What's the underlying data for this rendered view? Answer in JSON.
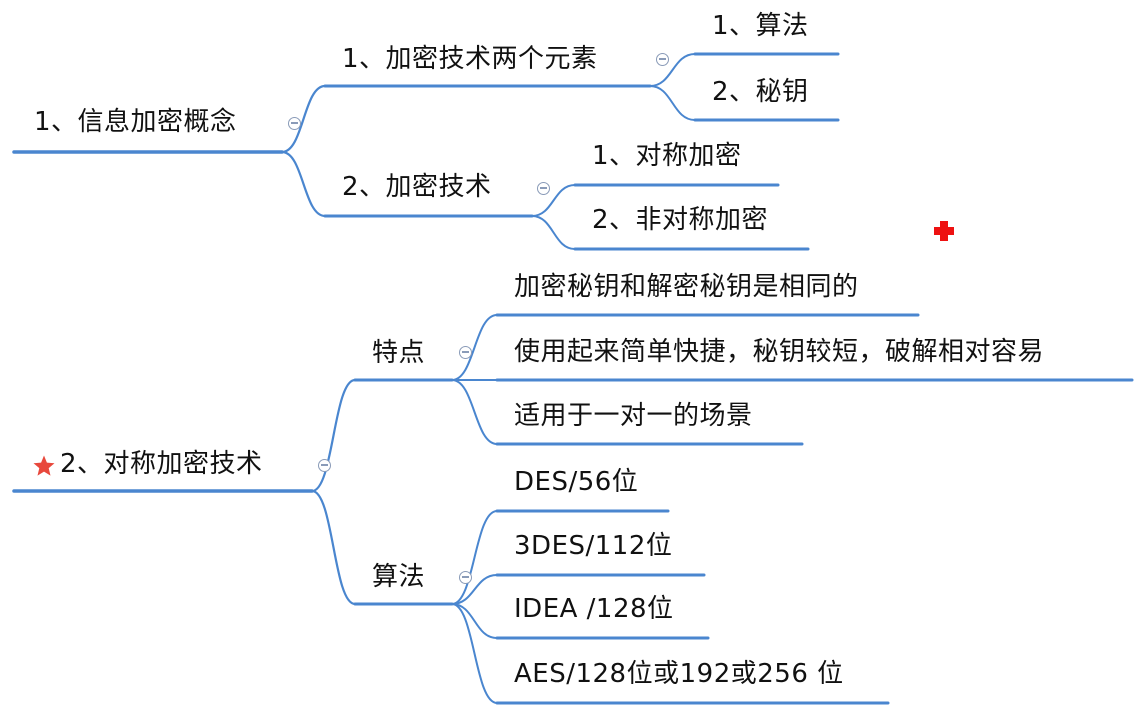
{
  "colors": {
    "branch": "#4a86cf",
    "text": "#111111",
    "marker_star": "#e8483c",
    "marker_cross": "#ee1111",
    "collapse_button": "#8a9bb8"
  },
  "icons": {
    "collapse": "collapse-circle-minus-icon",
    "star": "star-icon",
    "cross": "red-cross-icon"
  },
  "mindmap": {
    "concept": {
      "label": "1、信息加密概念",
      "elements": {
        "label": "1、加密技术两个元素",
        "children": [
          "1、算法",
          "2、秘钥"
        ]
      },
      "techniques": {
        "label": "2、加密技术",
        "children": [
          "1、对称加密",
          "2、非对称加密"
        ]
      }
    },
    "symmetric": {
      "label": "2、对称加密技术",
      "features": {
        "label": "特点",
        "children": [
          "加密秘钥和解密秘钥是相同的",
          "使用起来简单快捷，秘钥较短，破解相对容易",
          "适用于一对一的场景"
        ]
      },
      "algorithms": {
        "label": "算法",
        "children": [
          "DES/56位",
          "3DES/112位",
          "IDEA /128位",
          "AES/128位或192或256 位"
        ]
      }
    }
  }
}
